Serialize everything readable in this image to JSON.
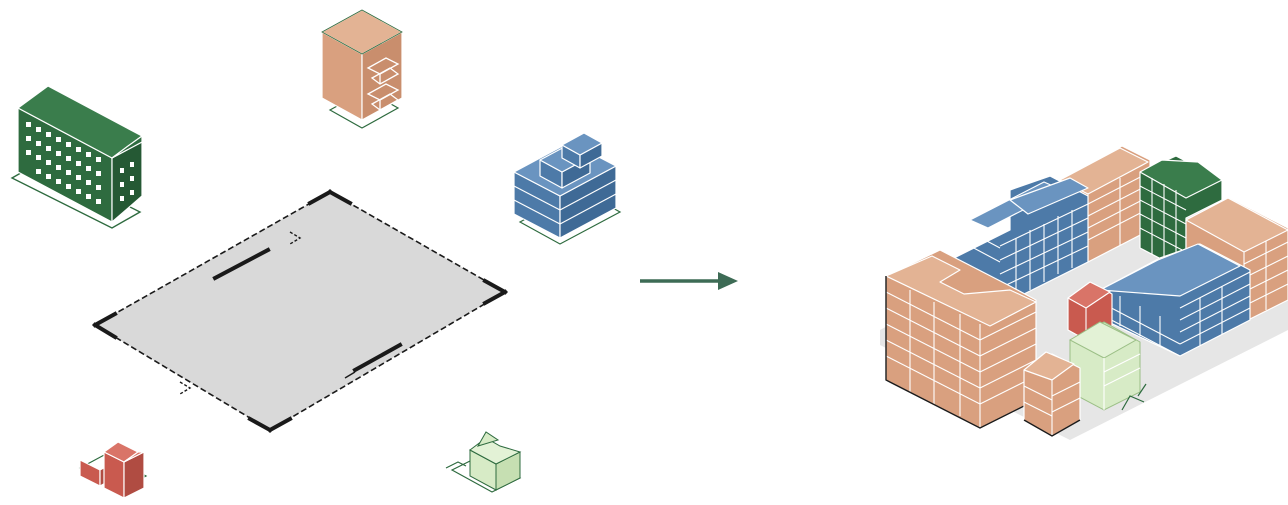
{
  "diagram": {
    "type": "isometric-urban-assembly",
    "colors": {
      "background": "#ffffff",
      "site_fill": "#d9d9d9",
      "site_outline": "#1a1a1a",
      "green_building": "#2e6b3f",
      "orange_building": "#d9a07f",
      "blue_building": "#4d7aa8",
      "red_building": "#c95a4f",
      "pale_green_building": "#d7ebc6",
      "arrow": "#3d6b55",
      "edge_line": "#ffffff"
    },
    "parts": [
      {
        "name": "green-block",
        "color": "green_building",
        "icon": "long-block-with-pitched-roof"
      },
      {
        "name": "orange-tower",
        "color": "orange_building",
        "icon": "tall-block-with-balconies"
      },
      {
        "name": "blue-cluster",
        "color": "blue_building",
        "icon": "stacked-terraced-block"
      },
      {
        "name": "red-house",
        "color": "red_building",
        "icon": "small-gabled-house"
      },
      {
        "name": "pale-green-pavilion",
        "color": "pale_green_building",
        "icon": "small-pavilion-with-stair"
      },
      {
        "name": "empty-site",
        "color": "site_fill",
        "icon": "dashed-plot-outline"
      }
    ],
    "arrow": {
      "direction": "right",
      "meaning": "parts-combine-into-block"
    },
    "result": {
      "name": "assembled-perimeter-block",
      "colors": [
        "orange_building",
        "blue_building",
        "green_building",
        "red_building",
        "pale_green_building"
      ]
    }
  }
}
